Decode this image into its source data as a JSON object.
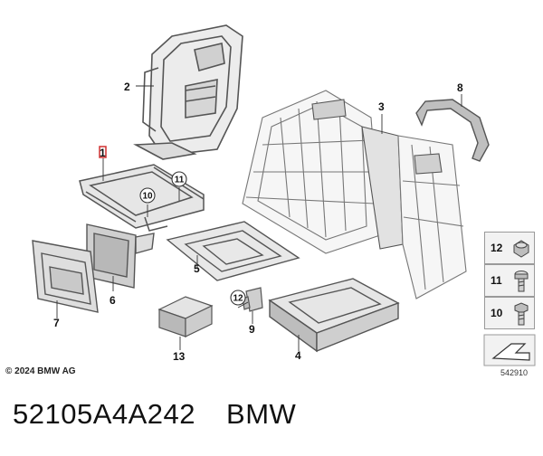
{
  "diagram": {
    "callouts": [
      "1",
      "2",
      "3",
      "4",
      "5",
      "6",
      "7",
      "8",
      "9",
      "10",
      "11",
      "12",
      "13"
    ],
    "circled_callouts": [
      "10",
      "11",
      "12"
    ],
    "copyright": "© 2024 BMW AG",
    "doc_number": "542910"
  },
  "legend": [
    {
      "number": "12",
      "icon": "nut-icon"
    },
    {
      "number": "11",
      "icon": "torx-bolt-icon"
    },
    {
      "number": "10",
      "icon": "hex-bolt-icon"
    }
  ],
  "caption": {
    "part_code": "52105A4A242",
    "brand": "BMW"
  },
  "colors": {
    "line": "#555555",
    "fill_light": "#d9d9d9",
    "fill_mid": "#bdbdbd",
    "highlight": "#d03030"
  }
}
